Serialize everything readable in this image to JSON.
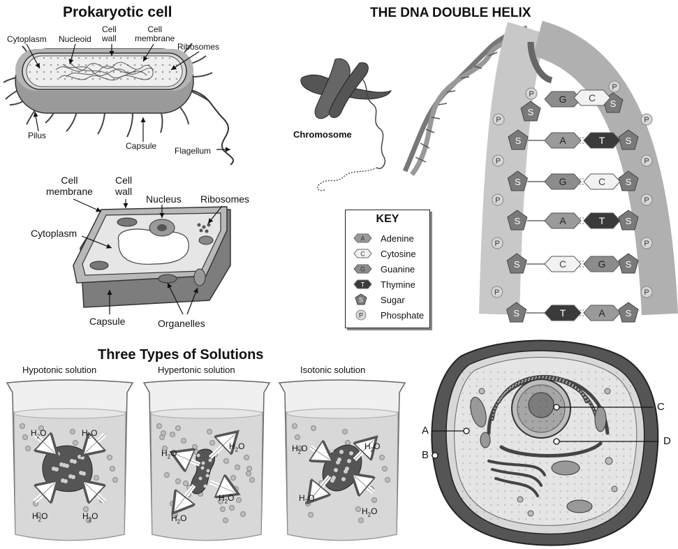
{
  "prokaryote": {
    "title": "Prokaryotic cell",
    "labels": {
      "cytoplasm": "Cytoplasm",
      "nucleoid": "Nucleoid",
      "cell_wall": "Cell\nwall",
      "cell_membrane": "Cell\nmembrane",
      "ribosomes": "Ribosomes",
      "pilus": "Pilus",
      "capsule": "Capsule",
      "flagellum": "Flagellum"
    }
  },
  "plant_cell": {
    "labels": {
      "cell_membrane": "Cell\nmembrane",
      "cell_wall": "Cell\nwall",
      "nucleus": "Nucleus",
      "ribosomes": "Ribosomes",
      "cytoplasm": "Cytoplasm",
      "capsule": "Capsule",
      "organelles": "Organelles"
    }
  },
  "dna": {
    "title": "THE DNA DOUBLE HELIX",
    "chromosome_label": "Chromosome",
    "key": {
      "title": "KEY",
      "items": [
        {
          "symbol": "A",
          "label": "Adenine"
        },
        {
          "symbol": "C",
          "label": "Cytosine"
        },
        {
          "symbol": "G",
          "label": "Guanine"
        },
        {
          "symbol": "T",
          "label": "Thymine"
        },
        {
          "symbol": "S",
          "label": "Sugar"
        },
        {
          "symbol": "P",
          "label": "Phosphate"
        }
      ]
    },
    "base_pairs": [
      {
        "left": "A",
        "right": "T"
      },
      {
        "left": "G",
        "right": "C"
      },
      {
        "left": "A",
        "right": "T"
      },
      {
        "left": "C",
        "right": "G"
      },
      {
        "left": "T",
        "right": "A"
      }
    ],
    "upper_pair": {
      "left": "G",
      "right": "C"
    },
    "sugar_symbol": "S",
    "phosphate_symbol": "P"
  },
  "solutions": {
    "title": "Three Types of Solutions",
    "beakers": [
      {
        "label": "Hypotonic solution"
      },
      {
        "label": "Hypertonic solution"
      },
      {
        "label": "Isotonic solution"
      }
    ],
    "water_main": "H",
    "water_sub": "2",
    "water_tail": "O"
  },
  "animal_cell": {
    "labels": {
      "a": "A",
      "b": "B",
      "c": "C",
      "d": "D"
    }
  },
  "colors": {
    "dark": "#3a3a3a",
    "mid": "#8a8a8a",
    "light": "#cfcfcf",
    "very_light": "#ececec"
  }
}
